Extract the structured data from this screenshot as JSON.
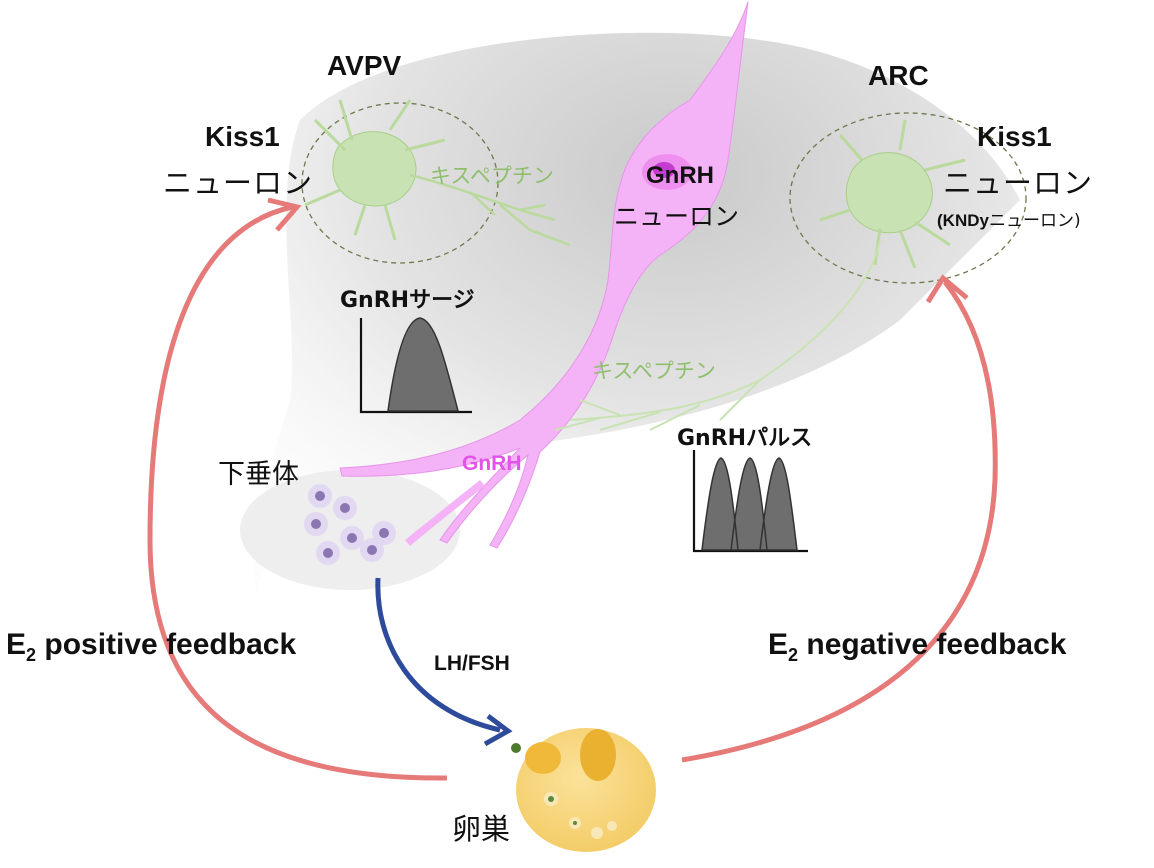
{
  "colors": {
    "kiss1_neuron": "#c9e2b3",
    "gnrh_neuron": "#f4b3f6",
    "gnrh_text": "#e254e8",
    "kisspeptin_text": "#8fbf6e",
    "feedback_arrow": "#e57a78",
    "lh_fsh_arrow": "#2e4a9a",
    "ovary": "#f6d175",
    "pituitary_cells": "#cbb8e6"
  },
  "labels": {
    "avpv": "AVPV",
    "arc": "ARC",
    "kiss1_left": "Kiss1",
    "neuron_left": "ニューロン",
    "kisspeptin_top": "キスペプチン",
    "gnrh_neuron_title": "GnRH",
    "gnrh_neuron_sub": "ニューロン",
    "kiss1_right": "Kiss1",
    "neuron_right": "ニューロン",
    "kndy_bold": "(KNDy",
    "kndy_rest": "ニューロン)",
    "gnrh_surge": "GnRHサージ",
    "kisspeptin_mid": "キスペプチン",
    "gnrh_pulse": "GnRHパルス",
    "pituitary": "下垂体",
    "gnrh_axon": "GnRH",
    "lh_fsh": "LH/FSH",
    "pos_fb_e": "E",
    "pos_fb_sub": "2",
    "pos_fb_rest": " positive feedback",
    "neg_fb_e": "E",
    "neg_fb_sub": "2",
    "neg_fb_rest": " negative feedback",
    "ovary": "卵巣"
  },
  "icons": [
    "kiss1-neuron-icon",
    "gnrh-neuron-icon",
    "pituitary-cell-icon",
    "ovary-icon",
    "surge-peak-icon",
    "pulse-peaks-icon"
  ]
}
